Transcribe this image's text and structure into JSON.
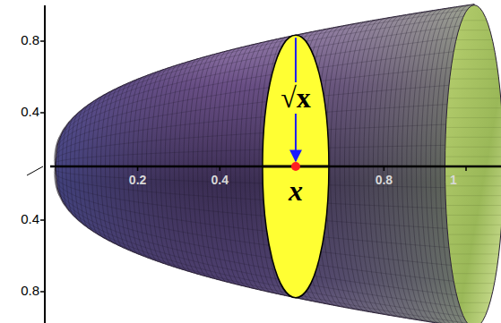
{
  "diagram": {
    "labels": [
      "0.8",
      "0.4",
      "0.4",
      "0.8",
      "0.2",
      "0.4",
      "0.8",
      "1",
      "√x",
      "x"
    ]
  }
}
